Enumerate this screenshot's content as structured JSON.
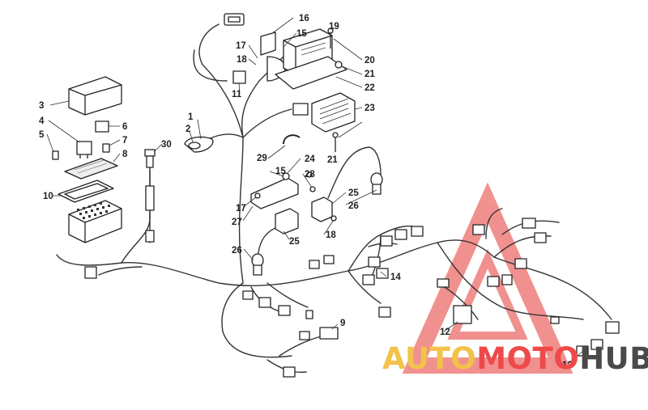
{
  "diagram": {
    "type": "exploded-parts-diagram",
    "callouts": [
      "1",
      "2",
      "3",
      "4",
      "5",
      "6",
      "7",
      "8",
      "9",
      "10",
      "11",
      "12",
      "13",
      "14",
      "15",
      "15",
      "16",
      "17",
      "17",
      "18",
      "18",
      "19",
      "20",
      "21",
      "21",
      "22",
      "23",
      "24",
      "25",
      "25",
      "26",
      "26",
      "27",
      "28",
      "29",
      "30"
    ]
  },
  "watermark": {
    "part_a": "AUTO",
    "part_b": "MOTO",
    "part_c": "HUB",
    "color_a": "#f2c24a",
    "color_b": "#ef4a4a",
    "color_c": "#4a4a4a",
    "triangle_color": "#e53935"
  }
}
